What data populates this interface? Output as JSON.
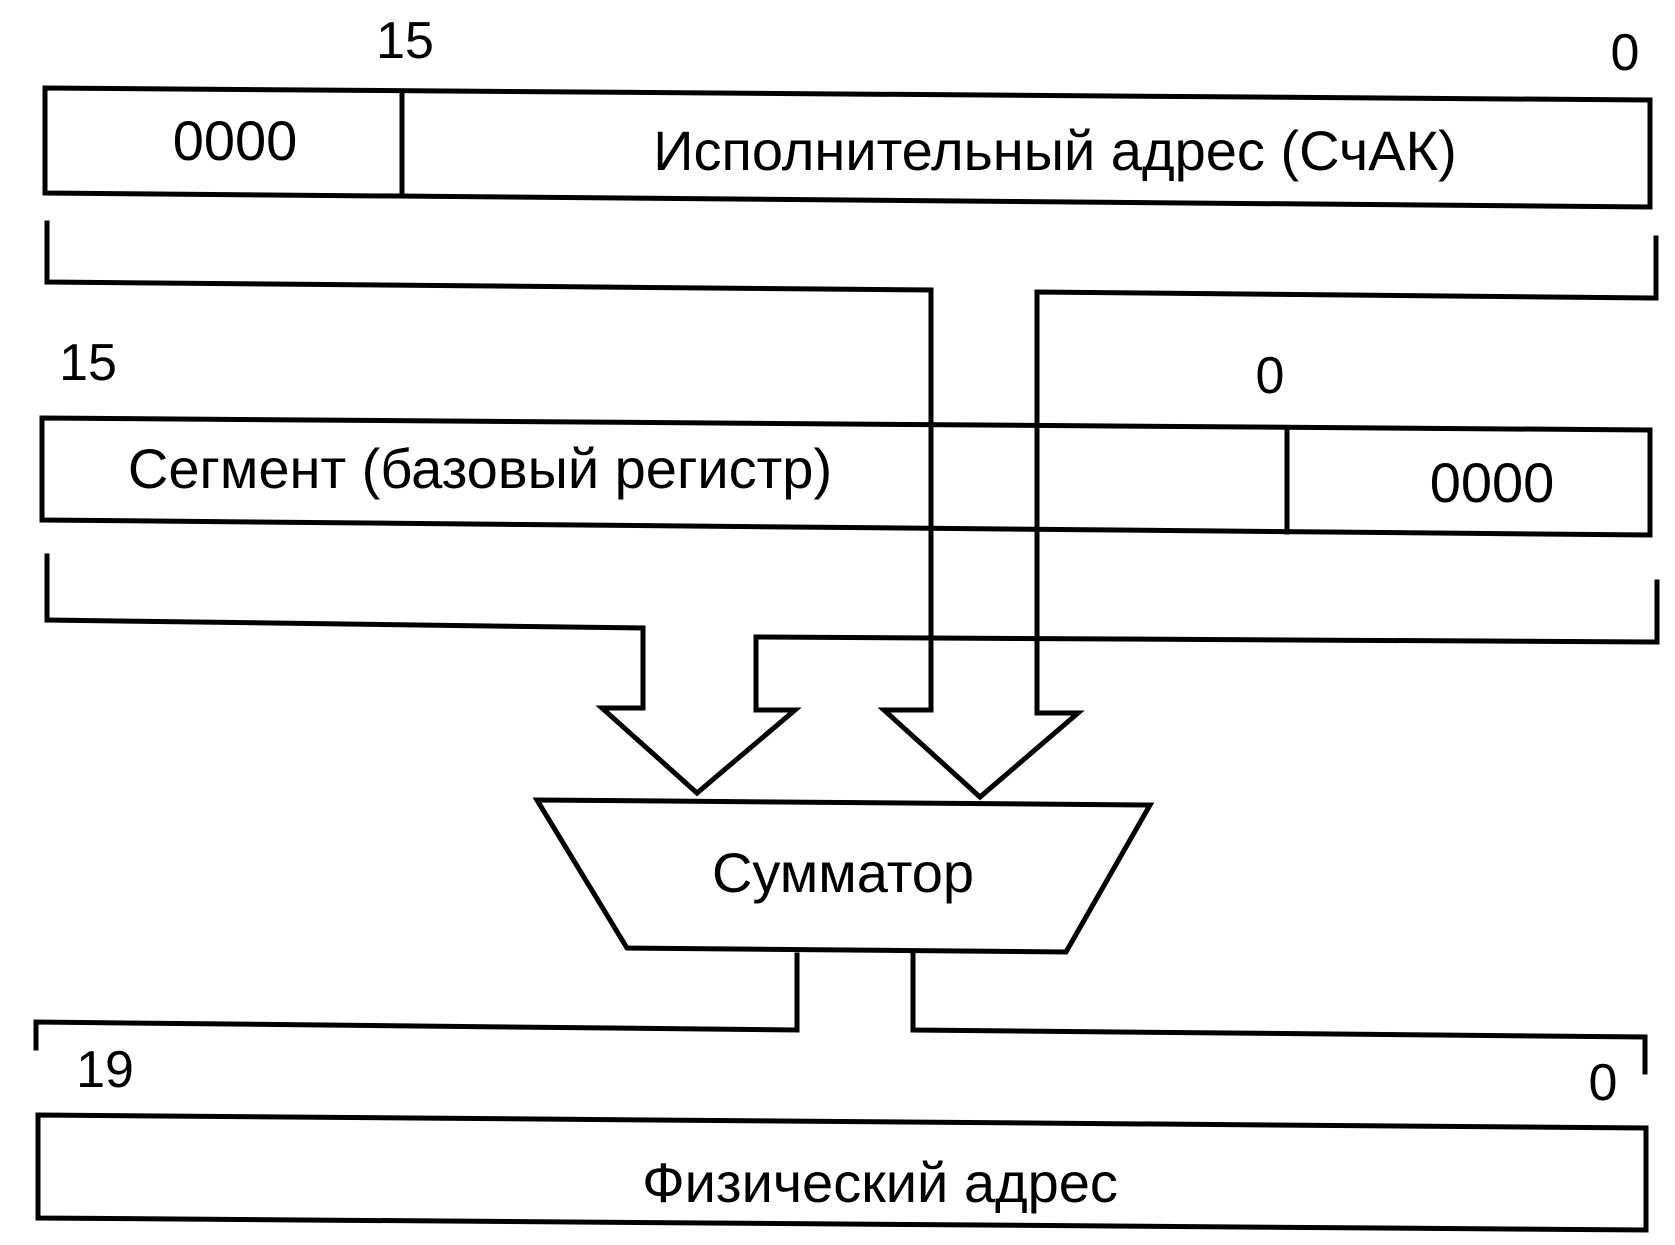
{
  "offset_register": {
    "high_bit": "15",
    "low_bit": "0",
    "zero_field": "0000",
    "label": "Исполнительный адрес (СчАК)"
  },
  "segment_register": {
    "high_bit": "15",
    "low_bit": "0",
    "label": "Сегмент (базовый регистр)",
    "zero_field": "0000"
  },
  "adder": {
    "label": "Сумматор"
  },
  "physical_address": {
    "high_bit": "19",
    "low_bit": "0",
    "label": "Физический адрес"
  }
}
